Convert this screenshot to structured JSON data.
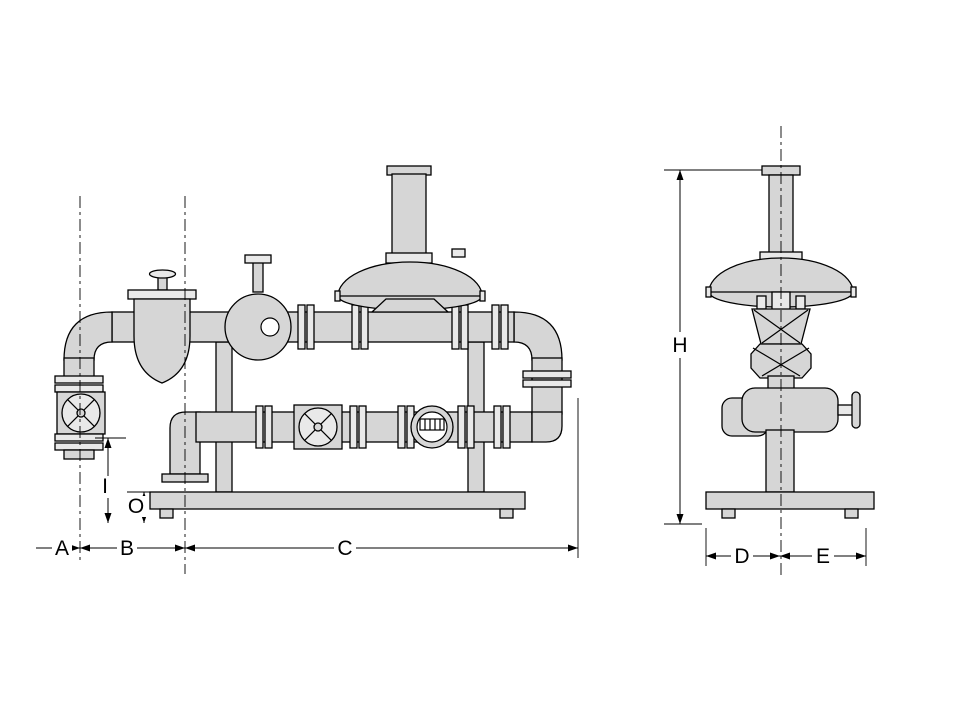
{
  "drawing": {
    "dimension_labels": {
      "a": "A",
      "b": "B",
      "c": "C",
      "d": "D",
      "e": "E",
      "h": "H",
      "i": "I",
      "o": "O"
    },
    "colors": {
      "background": "#ffffff",
      "line": "#000000",
      "metal_fill": "#d6d6d6",
      "light_fill": "#e9e9e9"
    }
  }
}
